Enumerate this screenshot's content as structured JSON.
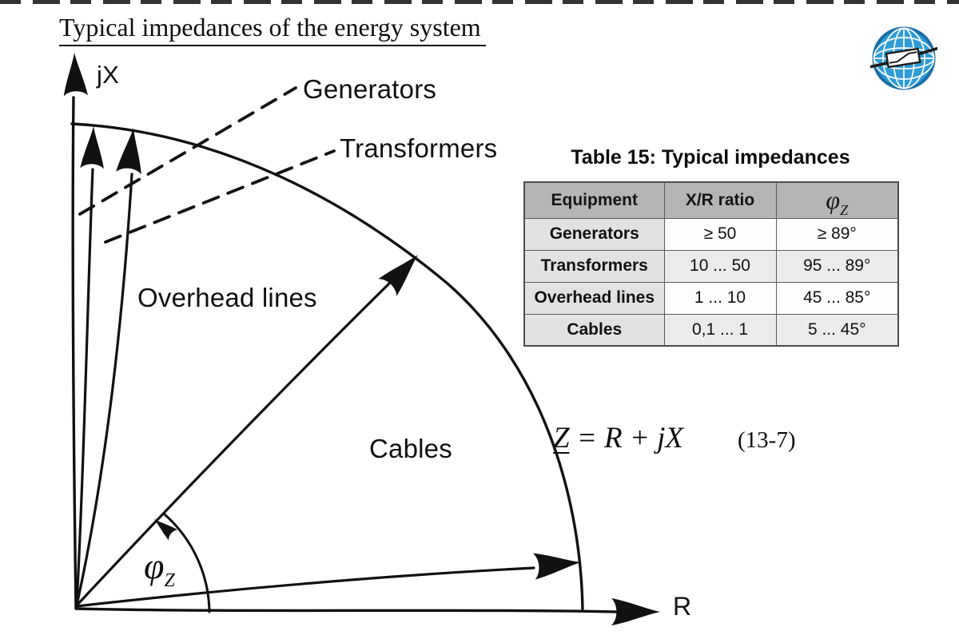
{
  "slide": {
    "title": "Typical impedances of the energy system"
  },
  "diagram": {
    "axis_labels": {
      "vertical": "jX",
      "horizontal": "R"
    },
    "labels": {
      "generators": "Generators",
      "transformers": "Transformers",
      "overhead_lines": "Overhead lines",
      "cables": "Cables"
    },
    "angle_label": {
      "symbol": "φ",
      "subscript": "Z"
    },
    "formula": {
      "lhs": "Z",
      "rhs": " = R + jX",
      "number": "(13-7)"
    }
  },
  "table": {
    "title": "Table 15: Typical impedances",
    "headers": {
      "equipment": "Equipment",
      "xr_ratio": "X/R ratio",
      "phi_symbol": "φ",
      "phi_subscript": "Z"
    },
    "rows": [
      {
        "equipment": "Generators",
        "xr": "≥ 50",
        "phi": "≥ 89°"
      },
      {
        "equipment": "Transformers",
        "xr": "10 ... 50",
        "phi": "95 ... 89°"
      },
      {
        "equipment": "Overhead lines",
        "xr": "1 ... 10",
        "phi": "45 ... 85°"
      },
      {
        "equipment": "Cables",
        "xr": "0,1 ... 1",
        "phi": "5 ... 45°"
      }
    ]
  },
  "logo": {
    "name": "globe-impedance-logo"
  },
  "colors": {
    "line": "#111111",
    "logo_blue": "#2f9cd6",
    "logo_outline": "#1a6ea6",
    "table_header_bg": "#b5b5b5",
    "table_alt_row_bg": "#ebebeb",
    "table_equip_col_bg": "#e2e2e2"
  }
}
